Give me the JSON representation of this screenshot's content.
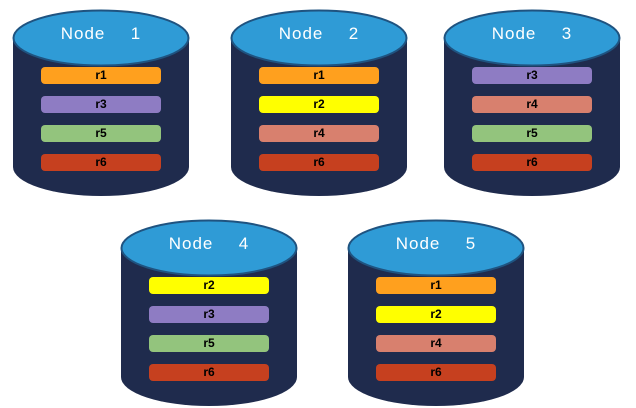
{
  "colors": {
    "background": "#ffffff",
    "cylinder_body": "#1F2B4D",
    "cylinder_top_fill": "#2F9BD6",
    "cylinder_top_stroke": "#1F5380",
    "node_title_text": "#ffffff",
    "partition_label_text": "#000000",
    "replicas": {
      "r1": "#FFA01E",
      "r2": "#FFFF00",
      "r3": "#8E7CC3",
      "r4": "#D8806E",
      "r5": "#93C47D",
      "r6": "#C6401F"
    }
  },
  "nodes": [
    {
      "label": "Node  1",
      "partitions": [
        {
          "label": "r1",
          "color": "#FFA01E"
        },
        {
          "label": "r3",
          "color": "#8E7CC3"
        },
        {
          "label": "r5",
          "color": "#93C47D"
        },
        {
          "label": "r6",
          "color": "#C6401F"
        }
      ]
    },
    {
      "label": "Node  2",
      "partitions": [
        {
          "label": "r1",
          "color": "#FFA01E"
        },
        {
          "label": "r2",
          "color": "#FFFF00"
        },
        {
          "label": "r4",
          "color": "#D8806E"
        },
        {
          "label": "r6",
          "color": "#C6401F"
        }
      ]
    },
    {
      "label": "Node  3",
      "partitions": [
        {
          "label": "r3",
          "color": "#8E7CC3"
        },
        {
          "label": "r4",
          "color": "#D8806E"
        },
        {
          "label": "r5",
          "color": "#93C47D"
        },
        {
          "label": "r6",
          "color": "#C6401F"
        }
      ]
    },
    {
      "label": "Node  4",
      "partitions": [
        {
          "label": "r2",
          "color": "#FFFF00"
        },
        {
          "label": "r3",
          "color": "#8E7CC3"
        },
        {
          "label": "r5",
          "color": "#93C47D"
        },
        {
          "label": "r6",
          "color": "#C6401F"
        }
      ]
    },
    {
      "label": "Node  5",
      "partitions": [
        {
          "label": "r1",
          "color": "#FFA01E"
        },
        {
          "label": "r2",
          "color": "#FFFF00"
        },
        {
          "label": "r4",
          "color": "#D8806E"
        },
        {
          "label": "r6",
          "color": "#C6401F"
        }
      ]
    }
  ]
}
